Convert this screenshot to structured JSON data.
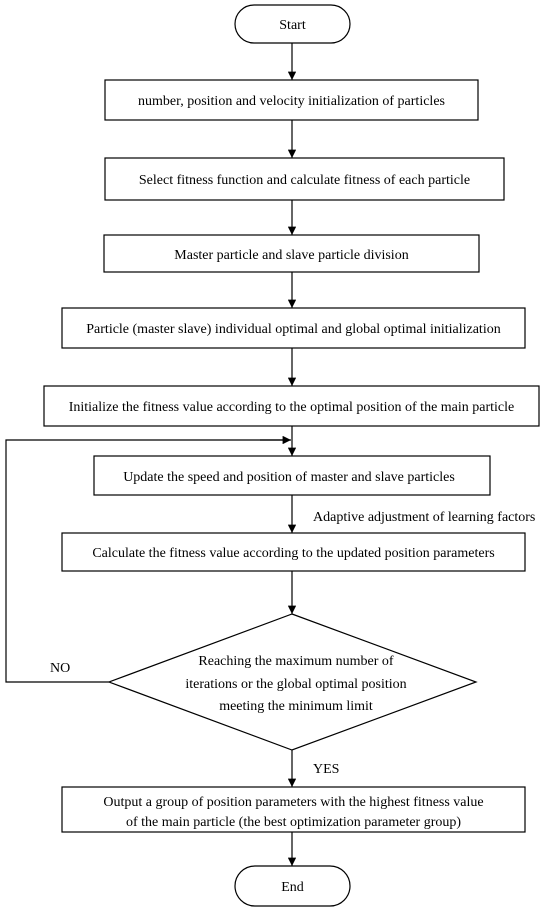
{
  "flowchart": {
    "start": "Start",
    "step_init": "number, position and velocity initialization of particles",
    "step_fitness": "Select fitness function and calculate fitness of each particle",
    "step_division": "Master particle and slave particle division",
    "step_optimal_init": "Particle (master slave) individual optimal and global optimal initialization",
    "step_init_fitness_value": "Initialize the fitness value according to the optimal position of the main particle",
    "step_update": "Update the speed and position of master and slave particles",
    "note_adaptive": "Adaptive adjustment of learning factors",
    "step_calc_fitness": "Calculate the fitness value according to the updated position parameters",
    "decision_line1": "Reaching the maximum number of",
    "decision_line2": "iterations or the global optimal position",
    "decision_line3": "meeting the minimum limit",
    "label_no": "NO",
    "label_yes": "YES",
    "output_line1": "Output a group of position parameters with the highest fitness value",
    "output_line2": "of the main particle (the best optimization parameter group)",
    "end": "End"
  }
}
